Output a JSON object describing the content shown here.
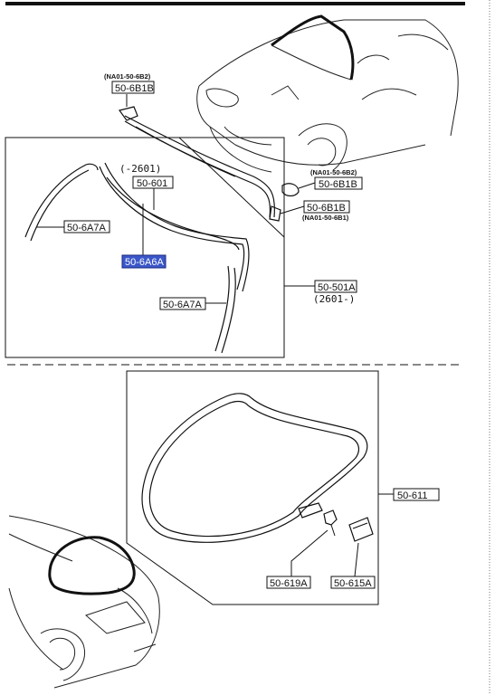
{
  "labels": {
    "top_upper_code": "(NA01-50-6B2)",
    "top_upper_part": "50-6B1B",
    "paren_range": "(-2601)",
    "part_601": "50-601",
    "left_moulding": "50-6A7A",
    "highlighted_part": "50-6A6A",
    "right_moulding": "50-6A7A",
    "right_upper_code": "(NA01-50-6B2)",
    "right_part": "50-6B1B",
    "right_lower_code": "(NA01-50-6B1)",
    "assembly": "50-501A",
    "assembly_range": "(2601-)",
    "rear_seal": "50-611",
    "clip": "50-619A",
    "cap": "50-615A"
  },
  "colors": {
    "highlight": "#3b57c8",
    "line": "#111111"
  }
}
